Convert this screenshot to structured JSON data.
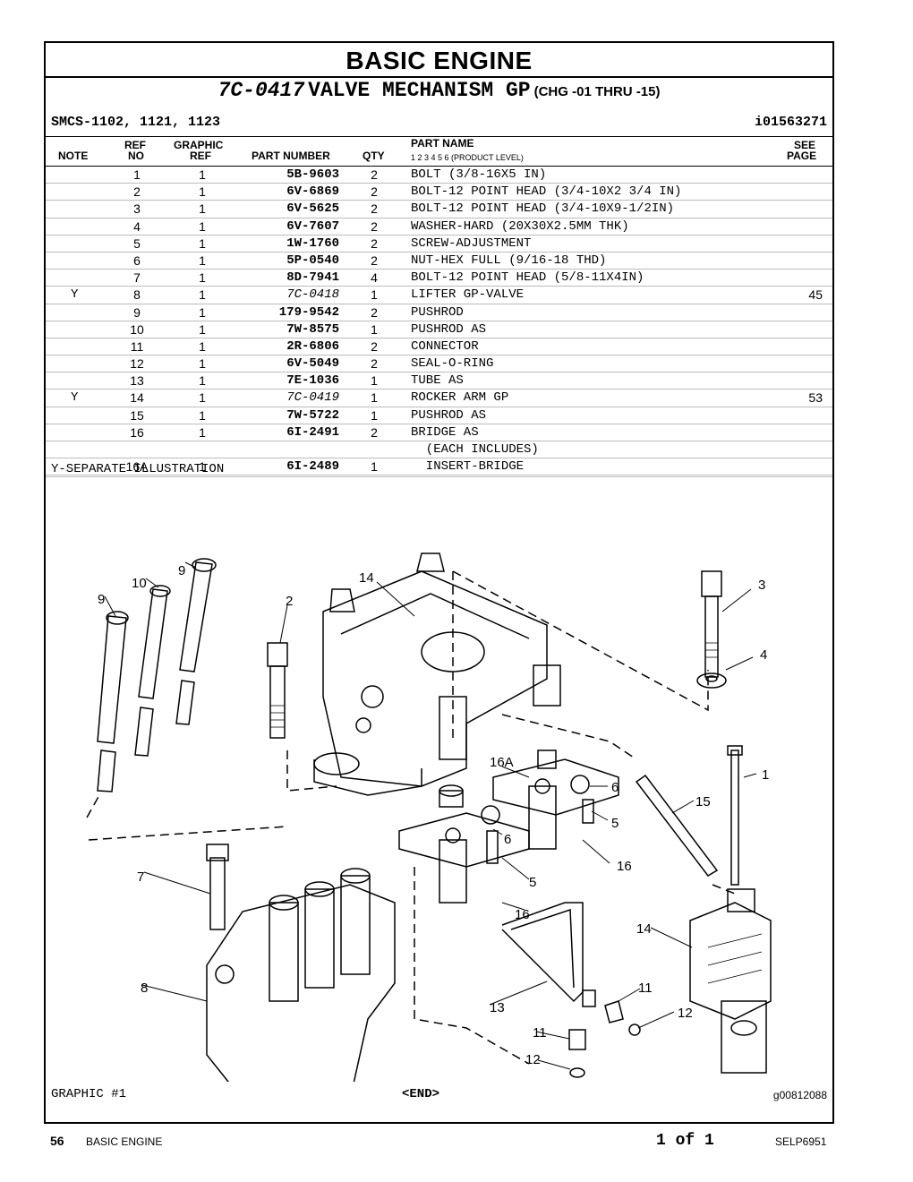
{
  "header": {
    "title": "BASIC ENGINE",
    "group_number": "7C-0417",
    "group_name": "VALVE MECHANISM GP",
    "change_range": "(CHG -01 THRU -15)",
    "smcs": "SMCS-1102, 1121, 1123",
    "ident": "i01563271"
  },
  "columns": {
    "note": "NOTE",
    "ref_top": "REF",
    "ref_bottom": "NO",
    "graphic_top": "GRAPHIC",
    "graphic_bottom": "REF",
    "part_number": "PART NUMBER",
    "qty": "QTY",
    "part_name": "PART NAME",
    "product_level": "1    2    3    4    5    6   (PRODUCT LEVEL)",
    "see_top": "SEE",
    "see_bottom": "PAGE"
  },
  "parts": [
    {
      "note": "",
      "ref": "1",
      "graphic": "1",
      "part": "5B-9603",
      "qty": "2",
      "name": "BOLT (3/8-16X5 IN)",
      "see": ""
    },
    {
      "note": "",
      "ref": "2",
      "graphic": "1",
      "part": "6V-6869",
      "qty": "2",
      "name": "BOLT-12 POINT HEAD (3/4-10X2 3/4 IN)",
      "see": ""
    },
    {
      "note": "",
      "ref": "3",
      "graphic": "1",
      "part": "6V-5625",
      "qty": "2",
      "name": "BOLT-12 POINT HEAD (3/4-10X9-1/2IN)",
      "see": ""
    },
    {
      "note": "",
      "ref": "4",
      "graphic": "1",
      "part": "6V-7607",
      "qty": "2",
      "name": "WASHER-HARD (20X30X2.5MM THK)",
      "see": ""
    },
    {
      "note": "",
      "ref": "5",
      "graphic": "1",
      "part": "1W-1760",
      "qty": "2",
      "name": "SCREW-ADJUSTMENT",
      "see": ""
    },
    {
      "note": "",
      "ref": "6",
      "graphic": "1",
      "part": "5P-0540",
      "qty": "2",
      "name": "NUT-HEX FULL (9/16-18 THD)",
      "see": ""
    },
    {
      "note": "",
      "ref": "7",
      "graphic": "1",
      "part": "8D-7941",
      "qty": "4",
      "name": "BOLT-12 POINT HEAD (5/8-11X4IN)",
      "see": ""
    },
    {
      "note": "Y",
      "ref": "8",
      "graphic": "1",
      "part": "7C-0418",
      "qty": "1",
      "name": "LIFTER GP-VALVE",
      "see": "45"
    },
    {
      "note": "",
      "ref": "9",
      "graphic": "1",
      "part": "179-9542",
      "qty": "2",
      "name": "PUSHROD",
      "see": ""
    },
    {
      "note": "",
      "ref": "10",
      "graphic": "1",
      "part": "7W-8575",
      "qty": "1",
      "name": "PUSHROD AS",
      "see": ""
    },
    {
      "note": "",
      "ref": "11",
      "graphic": "1",
      "part": "2R-6806",
      "qty": "2",
      "name": "CONNECTOR",
      "see": ""
    },
    {
      "note": "",
      "ref": "12",
      "graphic": "1",
      "part": "6V-5049",
      "qty": "2",
      "name": "SEAL-O-RING",
      "see": ""
    },
    {
      "note": "",
      "ref": "13",
      "graphic": "1",
      "part": "7E-1036",
      "qty": "1",
      "name": "TUBE AS",
      "see": ""
    },
    {
      "note": "Y",
      "ref": "14",
      "graphic": "1",
      "part": "7C-0419",
      "qty": "1",
      "name": "ROCKER ARM GP",
      "see": "53"
    },
    {
      "note": "",
      "ref": "15",
      "graphic": "1",
      "part": "7W-5722",
      "qty": "1",
      "name": "PUSHROD AS",
      "see": ""
    },
    {
      "note": "",
      "ref": "16",
      "graphic": "1",
      "part": "6I-2491",
      "qty": "2",
      "name": "BRIDGE AS",
      "see": ""
    },
    {
      "note": "",
      "ref": "",
      "graphic": "",
      "part": "",
      "qty": "",
      "name": "  (EACH INCLUDES)",
      "see": ""
    },
    {
      "note": "",
      "ref": "16A",
      "graphic": "1",
      "part": "6I-2489",
      "qty": "1",
      "name": "  INSERT-BRIDGE",
      "see": ""
    }
  ],
  "footnote": "Y-SEPARATE ILLUSTRATION",
  "callouts": [
    "9",
    "10",
    "9",
    "2",
    "14",
    "3",
    "4",
    "16A",
    "6",
    "5",
    "6",
    "5",
    "16",
    "16",
    "15",
    "1",
    "7",
    "8",
    "13",
    "11",
    "12",
    "11",
    "12",
    "14"
  ],
  "graphic_label": "GRAPHIC #1",
  "end_marker": "<END>",
  "graphic_id": "g00812088",
  "footer": {
    "page_number": "56",
    "section": "BASIC ENGINE",
    "page_of": "1 of 1",
    "doc_id": "SELP6951"
  }
}
